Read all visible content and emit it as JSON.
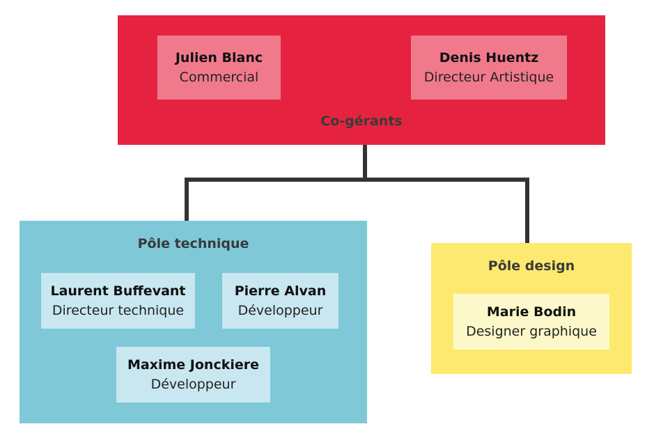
{
  "diagram": {
    "top_group": {
      "label": "Co-gérants",
      "members": [
        {
          "name": "Julien Blanc",
          "role": "Commercial"
        },
        {
          "name": "Denis Huentz",
          "role": "Directeur Artistique"
        }
      ]
    },
    "technique_group": {
      "label": "Pôle technique",
      "members": [
        {
          "name": "Laurent Buffevant",
          "role": "Directeur technique"
        },
        {
          "name": "Pierre Alvan",
          "role": "Développeur"
        },
        {
          "name": "Maxime Jonckiere",
          "role": "Développeur"
        }
      ]
    },
    "design_group": {
      "label": "Pôle design",
      "members": [
        {
          "name": "Marie Bodin",
          "role": "Designer graphique"
        }
      ]
    }
  },
  "colors": {
    "top_group_bg": "#e52340",
    "top_card_bg": "#f07a8c",
    "technique_group_bg": "#7ec8d8",
    "technique_card_bg": "#c8e7f1",
    "design_group_bg": "#fde96f",
    "design_card_bg": "#fdf8c9",
    "connector": "#333333"
  }
}
